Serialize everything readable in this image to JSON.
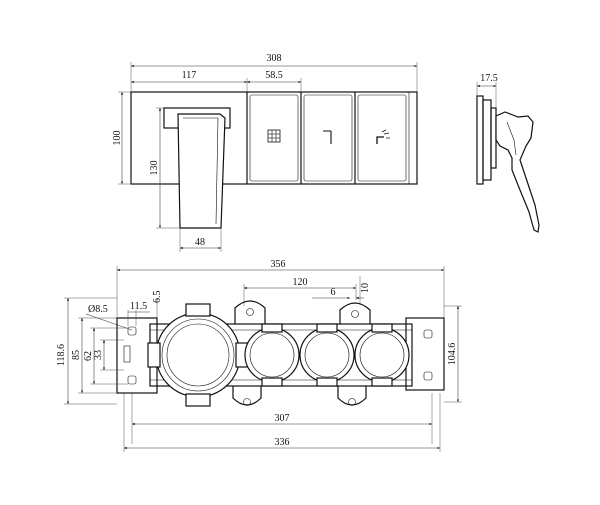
{
  "dimensions": {
    "top_overall_width": "308",
    "top_handle_section": "117",
    "top_button_pitch": "58.5",
    "side_depth": "17.5",
    "front_height": "100",
    "handle_height": "130",
    "handle_width": "48",
    "body_overall_length": "356",
    "body_port_spacing": "120",
    "body_offset_6": "6",
    "body_offset_10": "10",
    "hole_diameter": "Ø8.5",
    "hole_offset": "11.5",
    "hole_offset_small": "6.5",
    "body_height_total": "118.6",
    "body_height_85": "85",
    "body_height_62": "62",
    "body_height_33": "33",
    "body_height_right": "104.6",
    "body_span_307": "307",
    "body_span_336": "336"
  },
  "icons": [
    "shower-head-icon",
    "hand-shower-icon",
    "tub-spout-icon"
  ]
}
